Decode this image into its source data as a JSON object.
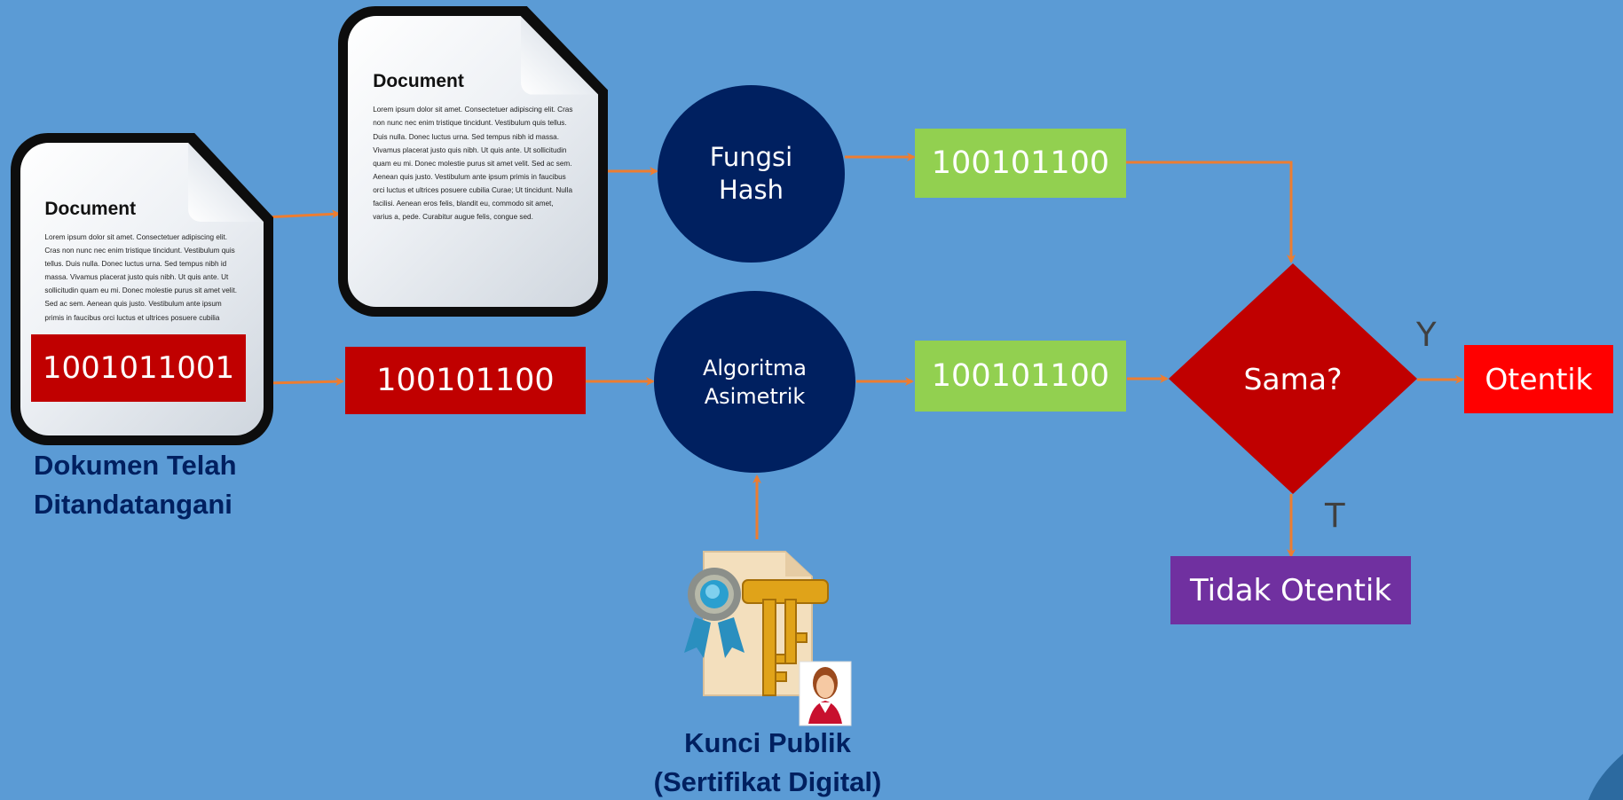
{
  "colors": {
    "background": "#5b9bd5",
    "circle": "#002060",
    "red_box": "#c00000",
    "green_box": "#92d050",
    "authentic": "#ff0000",
    "not_authentic": "#7030a0",
    "arrow": "#ed7d31",
    "caption": "#002060"
  },
  "doc_signed": {
    "title": "Document",
    "text": "Lorem ipsum dolor sit amet. Consectetuer adipiscing elit. Cras non nunc nec enim tristique tincidunt. Vestibulum quis tellus. Duis nulla. Donec luctus urna. Sed tempus nibh id massa. Vivamus placerat justo quis nibh. Ut quis ante. Ut sollicitudin quam eu mi. Donec molestie purus sit amet velit. Sed ac sem. Aenean quis justo. Vestibulum ante ipsum primis in faucibus orci luctus et ultrices posuere cubilia",
    "signature_bits": "1001011001"
  },
  "doc_plain": {
    "title": "Document",
    "text": "Lorem ipsum dolor sit amet. Consectetuer adipiscing elit. Cras non nunc nec enim tristique tincidunt. Vestibulum quis tellus. Duis nulla. Donec luctus urna. Sed tempus nibh id massa. Vivamus placerat justo quis nibh. Ut quis ante. Ut sollicitudin quam eu mi. Donec molestie purus sit amet velit. Sed ac sem. Aenean quis justo. Vestibulum ante ipsum primis in faucibus orci luctus et ultrices posuere cubilia Curae; Ut tincidunt. Nulla facilisi. Aenean eros felis, blandit eu, commodo sit amet, varius a, pede. Curabitur augue felis, congue sed."
  },
  "signature_box": "100101100",
  "hash_function": {
    "line1": "Fungsi",
    "line2": "Hash"
  },
  "asym_algorithm": {
    "line1": "Algoritma",
    "line2": "Asimetrik"
  },
  "hash_result": "100101100",
  "decrypt_result": "100101100",
  "compare": "Sama?",
  "yes_label": "Y",
  "no_label": "T",
  "authentic": "Otentik",
  "not_authentic": "Tidak Otentik",
  "signed_caption": {
    "line1": "Dokumen Telah",
    "line2": "Ditandatangani"
  },
  "public_key_caption": {
    "line1": "Kunci Publik",
    "line2": "(Sertifikat Digital)"
  }
}
